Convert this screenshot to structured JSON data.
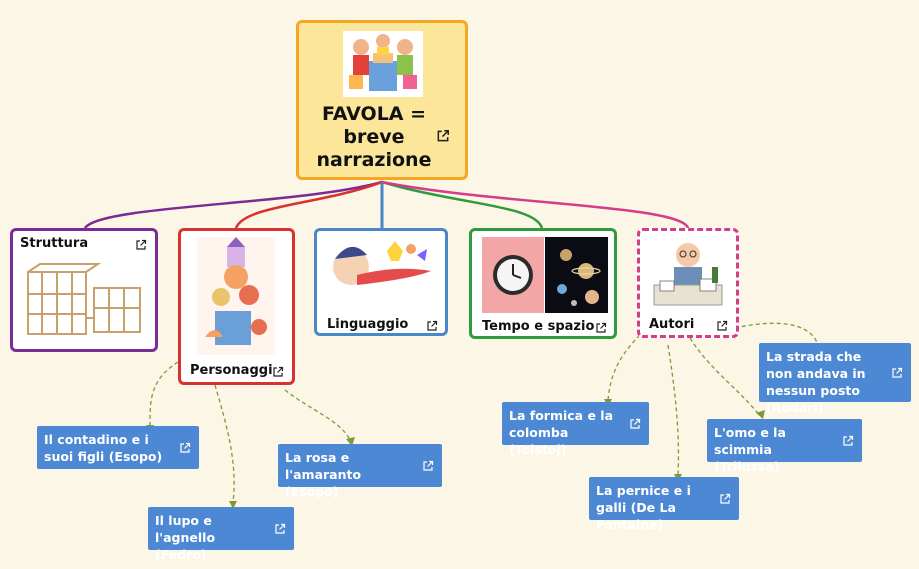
{
  "root": {
    "title": "FAVOLA = breve narrazione"
  },
  "branches": {
    "struttura": {
      "label": "Struttura",
      "color": "#7a2b96"
    },
    "personaggi": {
      "label": "Personaggi",
      "color": "#d93030"
    },
    "linguaggio": {
      "label": "Linguaggio",
      "color": "#4a86c8"
    },
    "tempo": {
      "label": "Tempo e spazio",
      "color": "#2f9a3e"
    },
    "autori": {
      "label": "Autori",
      "color": "#d33d8a"
    }
  },
  "leaves": {
    "contadino": "Il contadino e i suoi figli (Esopo)",
    "lupo": "Il lupo e l'agnello (Fedro)",
    "rosa": "La rosa e l'amaranto (Esopo)",
    "formica": "La formica e la colomba (Tolstoj)",
    "pernice": "La pernice e i galli (De La Fontaine)",
    "omo": "L'omo e la scimmia (Trilussa)",
    "strada": "La strada che non andava in nessun posto (Rodari)"
  },
  "icons": {
    "link": "external-link-icon"
  },
  "colors": {
    "leaf": "#4d88d4",
    "connector": "#7c9a3a",
    "root_fill": "#fbe69a",
    "root_border": "#f5a623"
  }
}
